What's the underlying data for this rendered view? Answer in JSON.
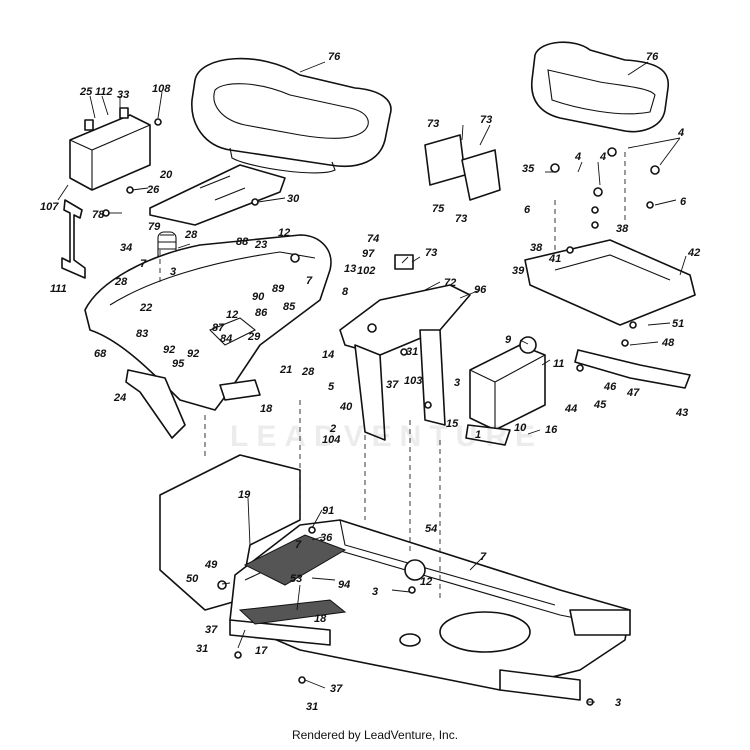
{
  "footer": {
    "credit": "Rendered by LeadVenture, Inc."
  },
  "watermark": {
    "text": "LEADVENTURE"
  },
  "callouts": [
    "76",
    "76",
    "25",
    "112",
    "33",
    "108",
    "107",
    "111",
    "20",
    "26",
    "30",
    "78",
    "79",
    "34",
    "28",
    "88",
    "23",
    "12",
    "7",
    "28",
    "7",
    "3",
    "22",
    "90",
    "89",
    "85",
    "12",
    "86",
    "87",
    "83",
    "92",
    "95",
    "92",
    "84",
    "29",
    "68",
    "24",
    "21",
    "28",
    "18",
    "14",
    "8",
    "74",
    "97",
    "73",
    "13",
    "102",
    "72",
    "96",
    "5",
    "31",
    "37",
    "103",
    "3",
    "40",
    "104",
    "2",
    "73",
    "73",
    "73",
    "75",
    "4",
    "35",
    "4",
    "6",
    "6",
    "38",
    "38",
    "41",
    "42",
    "39",
    "51",
    "9",
    "11",
    "48",
    "46",
    "44",
    "45",
    "47",
    "43",
    "1",
    "16",
    "10",
    "15",
    "19",
    "91",
    "36",
    "7",
    "54",
    "49",
    "50",
    "53",
    "94",
    "3",
    "12",
    "18",
    "7",
    "37",
    "31",
    "17",
    "37",
    "31",
    "3",
    "4"
  ]
}
